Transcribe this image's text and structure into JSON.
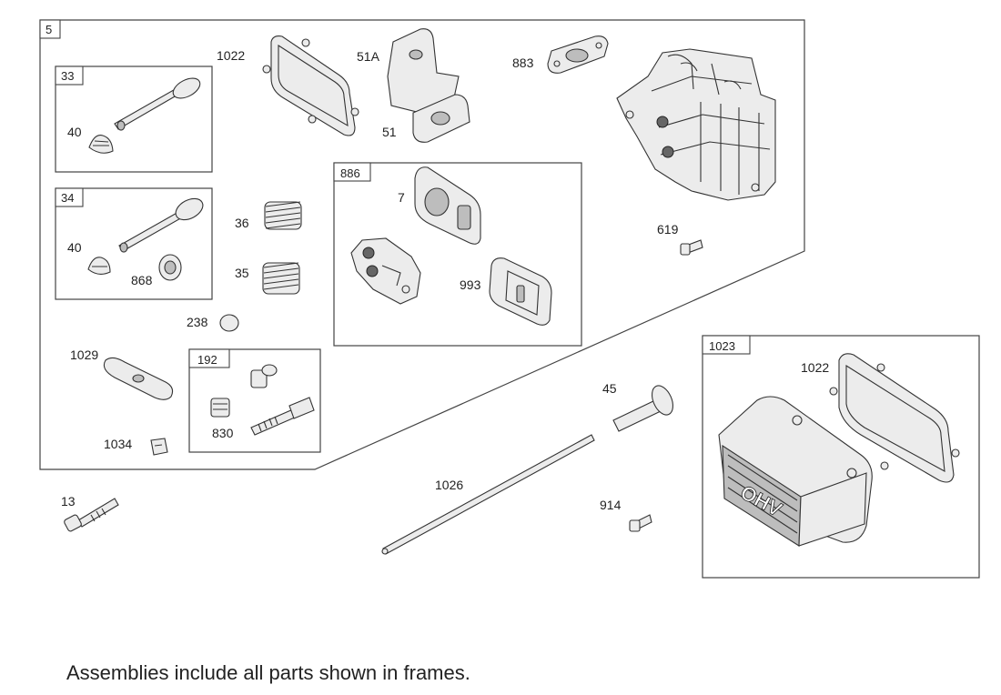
{
  "frames": {
    "f5": "5",
    "f33": "33",
    "f34": "34",
    "f886": "886",
    "f192": "192",
    "f1023": "1023"
  },
  "labels": {
    "l1022a": "1022",
    "l51a": "51A",
    "l51": "51",
    "l883": "883",
    "l40a": "40",
    "l40b": "40",
    "l868": "868",
    "l36": "36",
    "l35": "35",
    "l238": "238",
    "l7": "7",
    "l993": "993",
    "l619": "619",
    "l1029": "1029",
    "l1034": "1034",
    "l830": "830",
    "l45": "45",
    "l1022b": "1022",
    "l13": "13",
    "l1026": "1026",
    "l914": "914"
  },
  "cover_text": "OHV",
  "footnote": "Assemblies include all parts shown in frames."
}
